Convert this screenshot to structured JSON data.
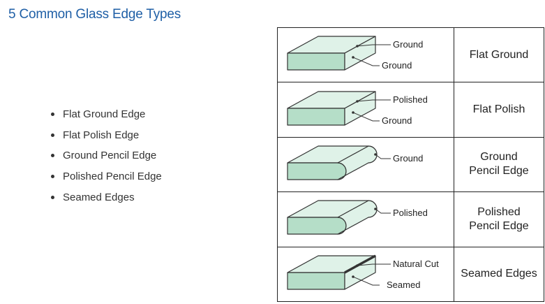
{
  "title": "5 Common Glass Edge Types",
  "bullets": [
    "Flat Ground Edge",
    "Flat Polish Edge",
    "Ground Pencil Edge",
    "Polished Pencil Edge",
    "Seamed Edges"
  ],
  "rows": [
    {
      "name": "Flat Ground",
      "shape": "flat",
      "labels": [
        "Ground",
        "Ground"
      ]
    },
    {
      "name": "Flat Polish",
      "shape": "flat",
      "labels": [
        "Polished",
        "Ground"
      ]
    },
    {
      "name": "Ground\nPencil Edge",
      "shape": "pencil",
      "labels": [
        "Ground"
      ]
    },
    {
      "name": "Polished\nPencil Edge",
      "shape": "pencil",
      "labels": [
        "Polished"
      ]
    },
    {
      "name": "Seamed Edges",
      "shape": "seamed",
      "labels": [
        "Natural Cut",
        "Seamed"
      ]
    }
  ],
  "colors": {
    "title": "#1f5fa6",
    "glass_face": "#dff2e8",
    "glass_edge": "#b5dec8",
    "outline": "#333333"
  }
}
